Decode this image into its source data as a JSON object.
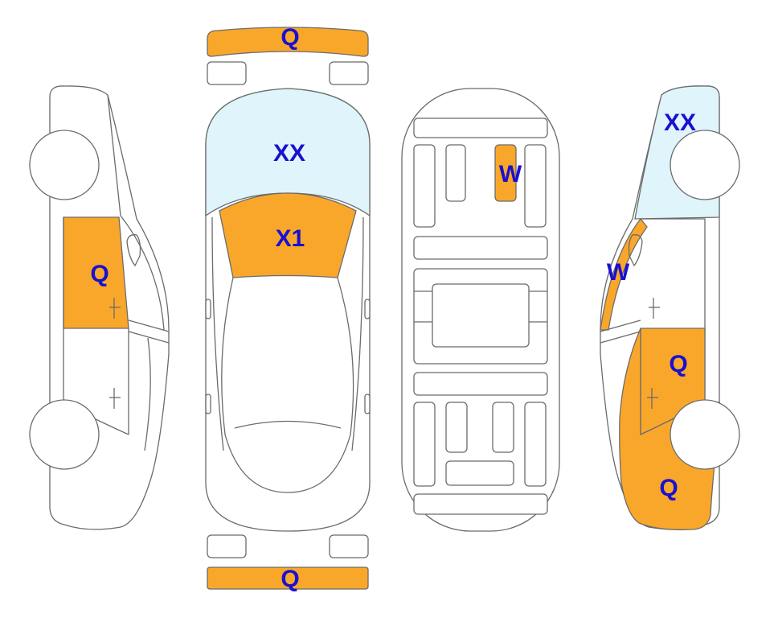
{
  "colors": {
    "damaged": "#F9A72B",
    "glass": "#DFF4FB",
    "body": "#FFFFFF",
    "outline": "#6B6B6B",
    "code_text": "#1A10CF"
  },
  "codes": {
    "front_bumper": "Q",
    "windshield": "XX",
    "hood": "X1",
    "roof_panel": "W",
    "left_front_door": "Q",
    "right_rear_glass": "XX",
    "right_pillar": "W",
    "right_rear_door": "Q",
    "right_rear_quarter": "Q",
    "rear_bumper": "Q"
  }
}
